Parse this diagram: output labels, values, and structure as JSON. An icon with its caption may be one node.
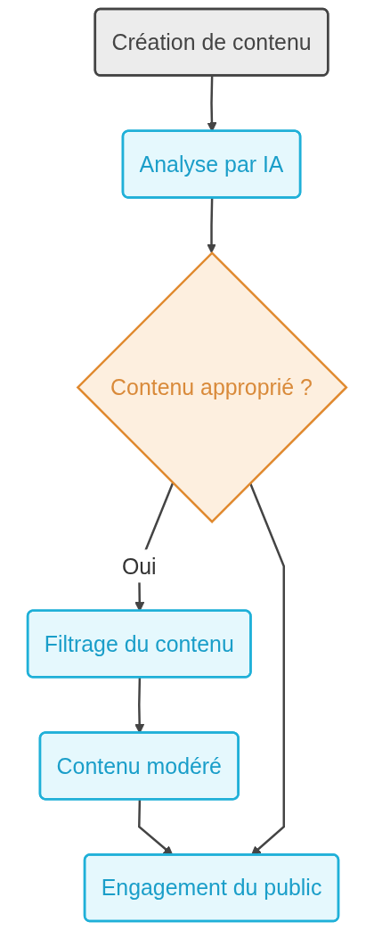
{
  "diagram": {
    "nodes": [
      {
        "text": [
          "Création de contenu"
        ]
      },
      {
        "text": [
          "Analyse par IA"
        ]
      },
      {
        "text": [
          "Contenu approprié ?"
        ]
      },
      {
        "text": [
          "Filtrage du contenu"
        ]
      },
      {
        "text": [
          "Contenu modéré"
        ]
      },
      {
        "text": [
          "Engagement du public"
        ]
      }
    ],
    "edges": [
      {
        "from": 0,
        "to": 1,
        "arrow": "to"
      },
      {
        "from": 1,
        "to": 2,
        "arrow": "to"
      },
      {
        "from": 2,
        "to": 3,
        "arrow": "to",
        "label": "Oui"
      },
      {
        "from": 3,
        "to": 4,
        "arrow": "to"
      },
      {
        "from": 4,
        "to": 5,
        "arrow": "to"
      },
      {
        "from": 2,
        "to": 5,
        "arrow": "to"
      }
    ]
  }
}
